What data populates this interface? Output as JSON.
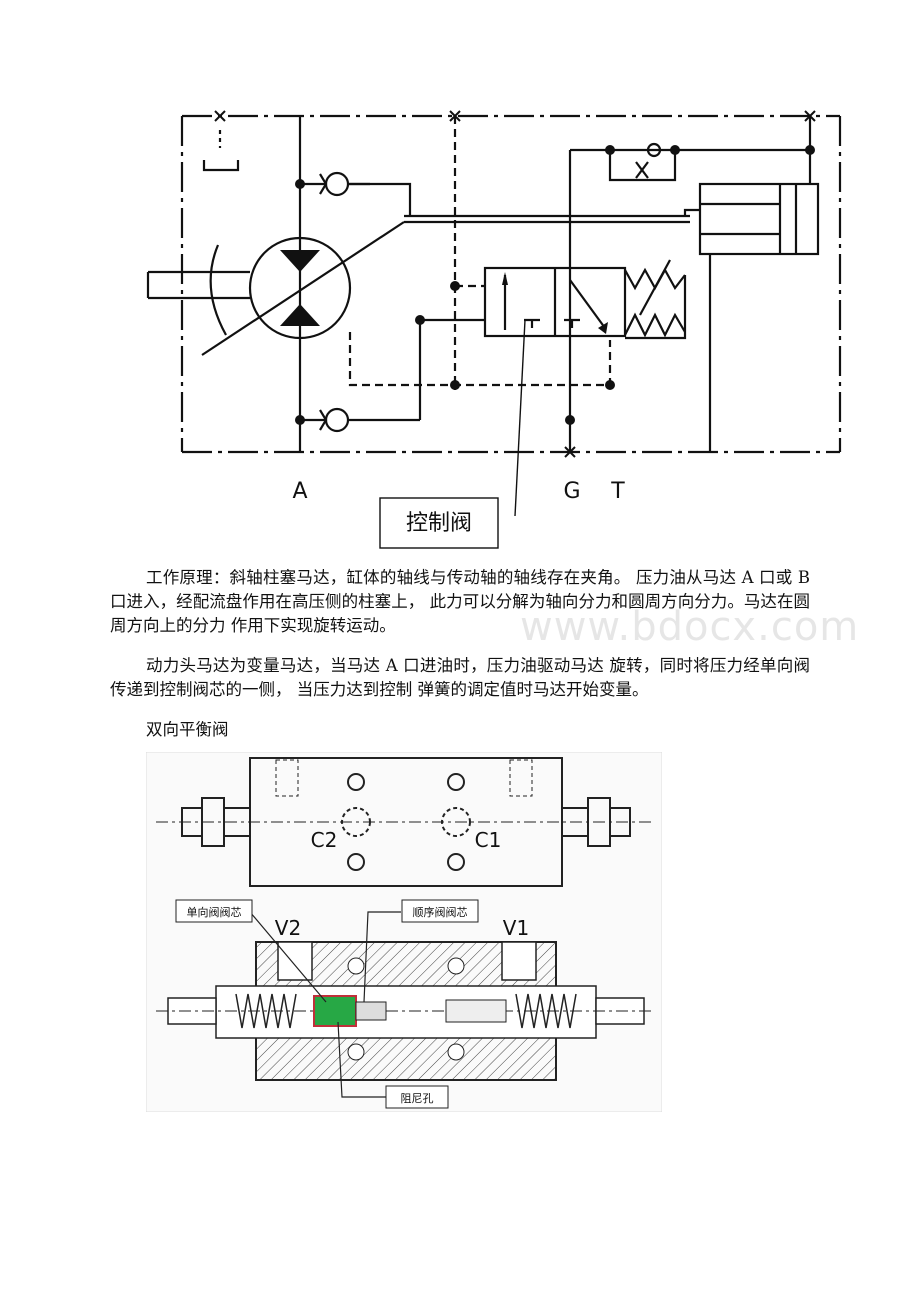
{
  "figure1": {
    "port_labels": [
      "A",
      "G",
      "T"
    ],
    "callout": "控制阀"
  },
  "paragraph1": "工作原理：斜轴柱塞马达，缸体的轴线与传动轴的轴线存在夹角。 压力油从马达 A 口或 B 口进入，经配流盘作用在高压侧的柱塞上， 此力可以分解为轴向分力和圆周方向分力。马达在圆周方向上的分力 作用下实现旋转运动。",
  "paragraph2": "动力头马达为变量马达，当马达 A 口进油时，压力油驱动马达 旋转，同时将压力经单向阀传递到控制阀芯的一侧， 当压力达到控制 弹簧的调定值时马达开始变量。",
  "heading2": "双向平衡阀",
  "watermark": "www.bdocx.com",
  "figure2": {
    "top_port_labels": [
      "C2",
      "C1"
    ],
    "bottom_port_labels": [
      "V2",
      "V1"
    ],
    "callouts": [
      "单向阀阀芯",
      "顺序阀阀芯",
      "阻尼孔"
    ]
  }
}
